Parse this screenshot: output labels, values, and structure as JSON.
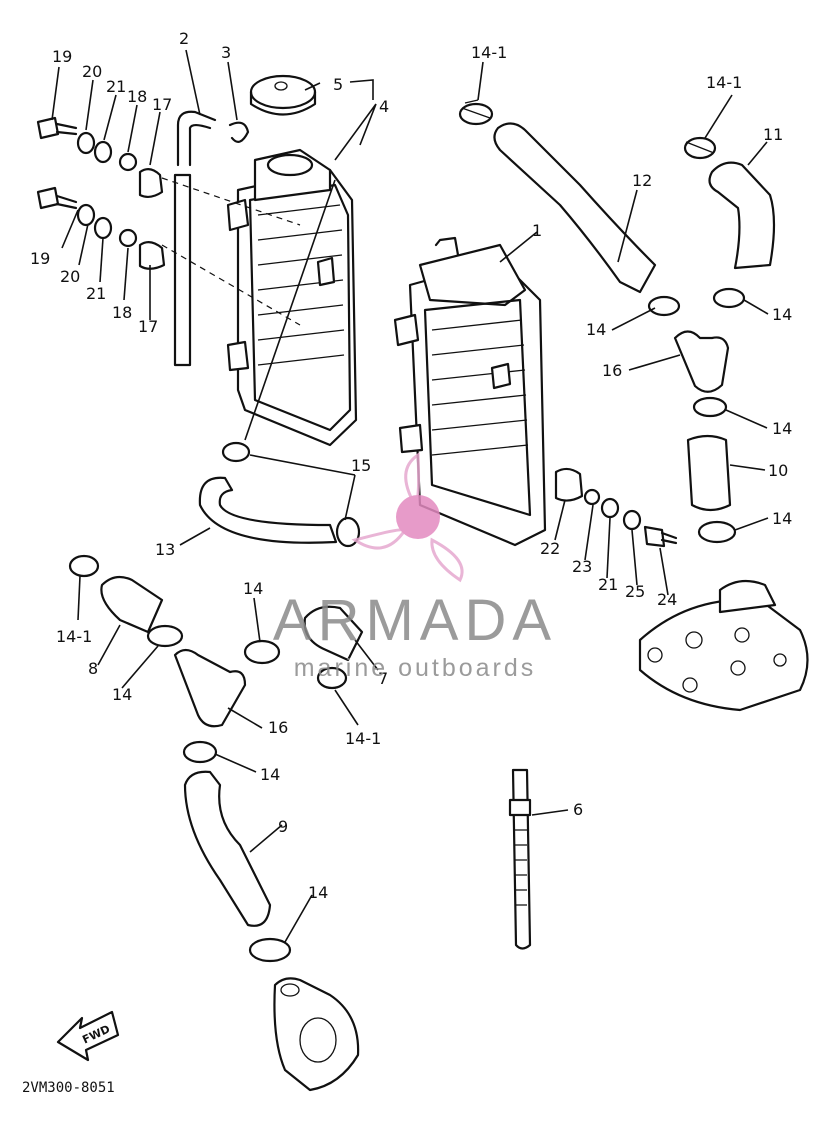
{
  "callouts": {
    "c1": "1",
    "c2": "2",
    "c3": "3",
    "c4": "4",
    "c5": "5",
    "c6": "6",
    "c7": "7",
    "c8": "8",
    "c9": "9",
    "c10": "10",
    "c11": "11",
    "c12": "12",
    "c13": "13",
    "c14": "14",
    "c14_1": "14-1",
    "c15": "15",
    "c16": "16",
    "c17": "17",
    "c18": "18",
    "c19": "19",
    "c20": "20",
    "c21": "21",
    "c22": "22",
    "c23": "23",
    "c24": "24",
    "c25": "25"
  },
  "fwd_label": "FWD",
  "drawing_ref": "2VM300-8051",
  "watermark": {
    "brand": "ARMADA",
    "tagline": "marine outboards",
    "colors": {
      "logo": "#e6a9cf",
      "logo_center": "#e38ac0",
      "text": "#8a8a8a"
    }
  }
}
